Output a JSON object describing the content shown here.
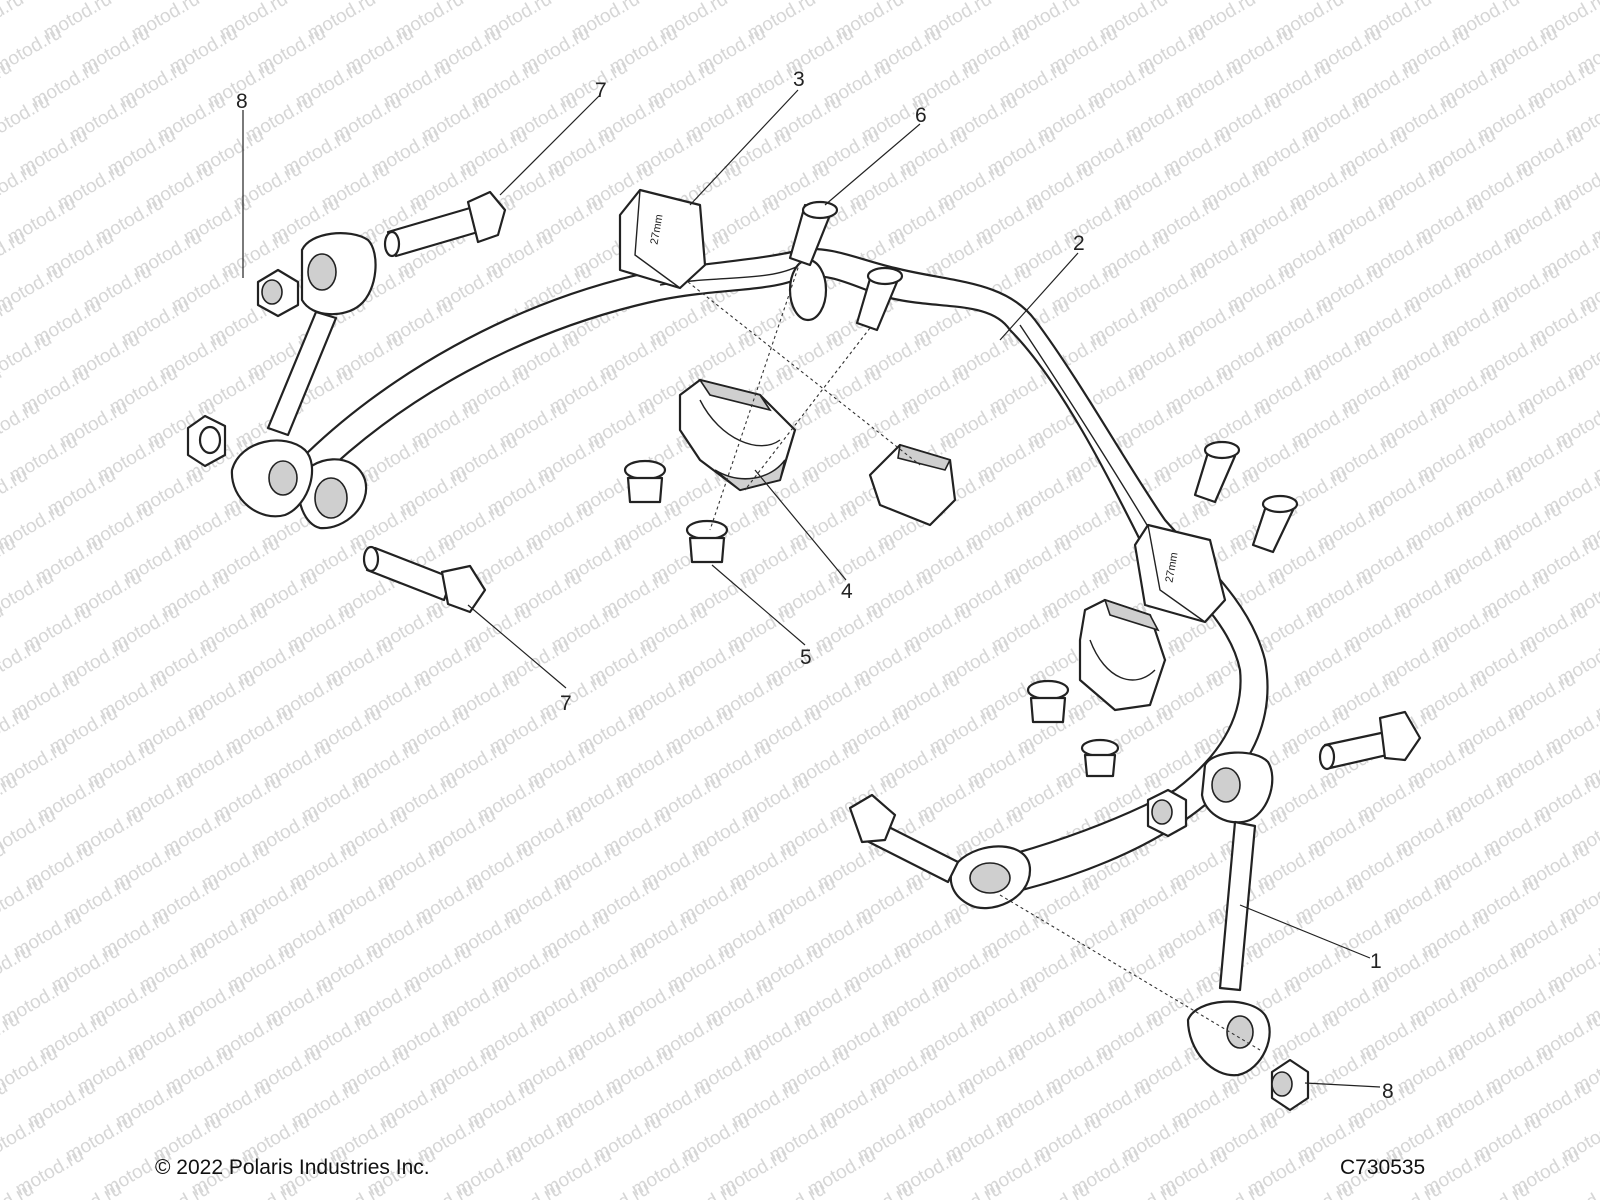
{
  "watermark": "motod.ru",
  "callouts": {
    "c1": "1",
    "c2": "2",
    "c3": "3",
    "c4": "4",
    "c5": "5",
    "c6": "6",
    "c7a": "7",
    "c7b": "7",
    "c8a": "8",
    "c8b": "8"
  },
  "bushing_marking": "27mm",
  "footer": {
    "copyright": "© 2022 Polaris Industries Inc.",
    "figure_code": "C730535"
  }
}
